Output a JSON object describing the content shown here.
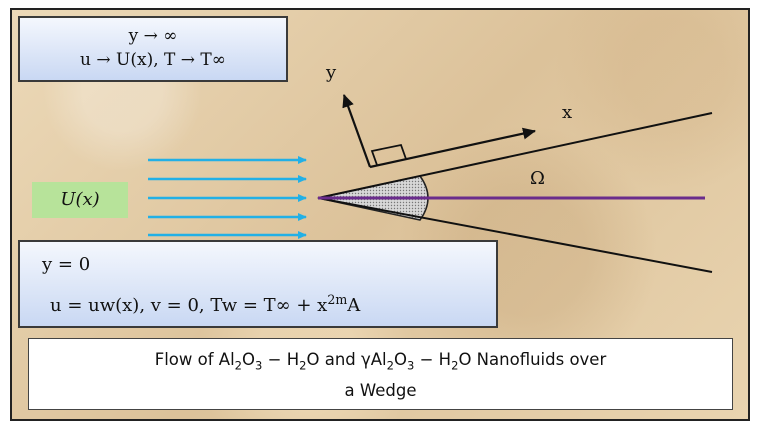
{
  "top_box": {
    "line1": "y → ∞",
    "line2": "u → U(x), T → T∞"
  },
  "inflow_label": "U(x)",
  "axis_labels": {
    "y": "y",
    "x": "x",
    "angle": "Ω"
  },
  "bottom_box": {
    "line1": "y = 0",
    "line2_pre": "u = uw(x), v = 0, Tw = T∞ + x",
    "line2_sup": "2m",
    "line2_post": "A"
  },
  "caption": {
    "pre1": "Flow of Al",
    "sub1": "2",
    "mid1": "O",
    "sub2": "3",
    "dash1": " − H",
    "sub3": "2",
    "mid2": "O and γAl",
    "sub4": "2",
    "mid3": "O",
    "sub5": "3",
    "dash2": " − H",
    "sub6": "2",
    "end": "O Nanofluids over",
    "line2": "a Wedge"
  },
  "colors": {
    "arrow": "#22b0e6",
    "centerline": "#6a2c8c",
    "box_blue": "#c9d8f3",
    "ux_green": "#b7e39a"
  }
}
